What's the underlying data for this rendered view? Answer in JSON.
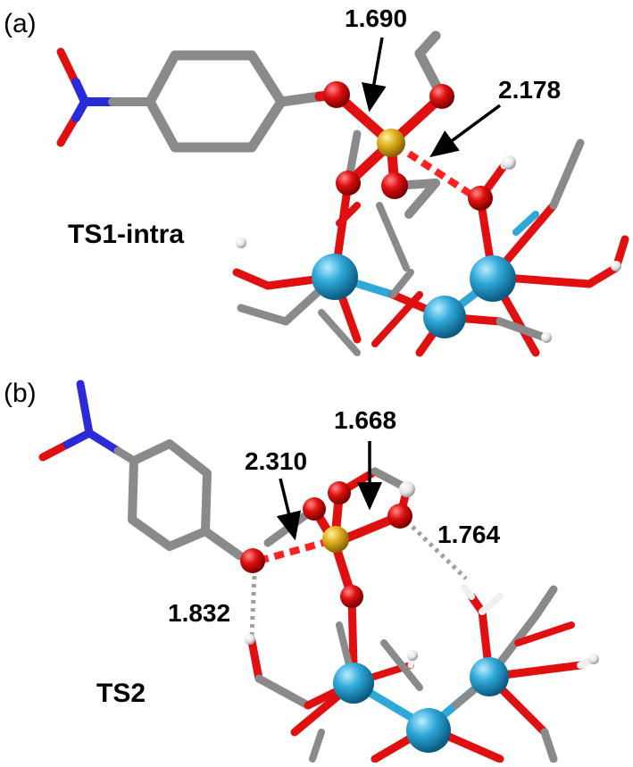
{
  "figure": {
    "panels": [
      {
        "label": "(a)",
        "ts_name": "TS1-intra",
        "distances": [
          "1.690",
          "2.178"
        ]
      },
      {
        "label": "(b)",
        "ts_name": "TS2",
        "distances": [
          "1.668",
          "2.310",
          "1.764",
          "1.832"
        ]
      }
    ]
  },
  "colors": {
    "carbon": "#8a8a8a",
    "oxygen": "#e01010",
    "nitrogen": "#2a2ad8",
    "phosphorus": "#e0b020",
    "metal": "#2fa8d8",
    "hydrogen": "#f0f0f0",
    "bond_dashed": "#ff2020",
    "hbond_dotted": "#a0a0a0"
  }
}
